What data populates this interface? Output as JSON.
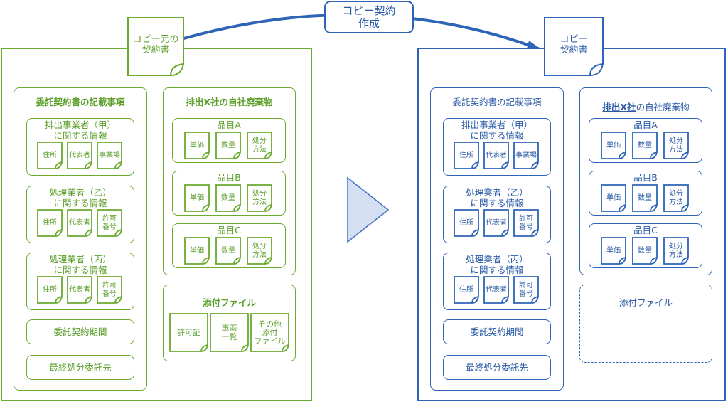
{
  "arrow_label": "コピー契約\n作成",
  "left": {
    "doc_label": "コピー元の\n契約書",
    "section1": {
      "title": "委託契約書の記載事項",
      "groups": [
        {
          "title": "排出事業者（甲）\nに関する情報",
          "notes": [
            "住所",
            "代表者",
            "事業場"
          ]
        },
        {
          "title": "処理業者（乙）\nに関する情報",
          "notes": [
            "住所",
            "代表者",
            "許可\n番号"
          ]
        },
        {
          "title": "処理業者（丙）\nに関する情報",
          "notes": [
            "住所",
            "代表者",
            "許可\n番号"
          ]
        }
      ],
      "period": "委託契約期間",
      "final": "最終処分委託先"
    },
    "section2": {
      "title": "排出X社の自社廃棄物",
      "items": [
        {
          "title": "品目A",
          "notes": [
            "単価",
            "数量",
            "処分\n方法"
          ]
        },
        {
          "title": "品目B",
          "notes": [
            "単価",
            "数量",
            "処分\n方法"
          ]
        },
        {
          "title": "品目C",
          "notes": [
            "単価",
            "数量",
            "処分\n方法"
          ]
        }
      ]
    },
    "attachments": {
      "title": "添付ファイル",
      "files": [
        "許可証",
        "車両\n一覧",
        "その他\n添付\nファイル"
      ]
    }
  },
  "right": {
    "doc_label": "コピー\n契約書",
    "section1": {
      "title": "委託契約書の記載事項",
      "groups": [
        {
          "title": "排出事業者（甲）\nに関する情報",
          "notes": [
            "住所",
            "代表者",
            "事業場"
          ]
        },
        {
          "title": "処理業者（乙）\nに関する情報",
          "notes": [
            "住所",
            "代表者",
            "許可\n番号"
          ]
        },
        {
          "title": "処理業者（丙）\nに関する情報",
          "notes": [
            "住所",
            "代表者",
            "許可\n番号"
          ]
        }
      ],
      "period": "委託契約期間",
      "final": "最終処分委託先"
    },
    "section2": {
      "title_highlight": "排出X社",
      "title_rest": "の自社廃棄物",
      "items": [
        {
          "title": "品目A",
          "notes": [
            "単価",
            "数量",
            "処分\n方法"
          ]
        },
        {
          "title": "品目B",
          "notes": [
            "単価",
            "数量",
            "処分\n方法"
          ]
        },
        {
          "title": "品目C",
          "notes": [
            "単価",
            "数量",
            "処分\n方法"
          ]
        }
      ]
    },
    "attachments": {
      "title": "添付ファイル"
    }
  },
  "colors": {
    "green": "#6aaa2e",
    "green_text": "#5a9e28",
    "blue": "#2e64b8",
    "blue_text": "#2a5aa8",
    "triangle_fill": "#d5dff2",
    "triangle_stroke": "#3f6fc0"
  }
}
